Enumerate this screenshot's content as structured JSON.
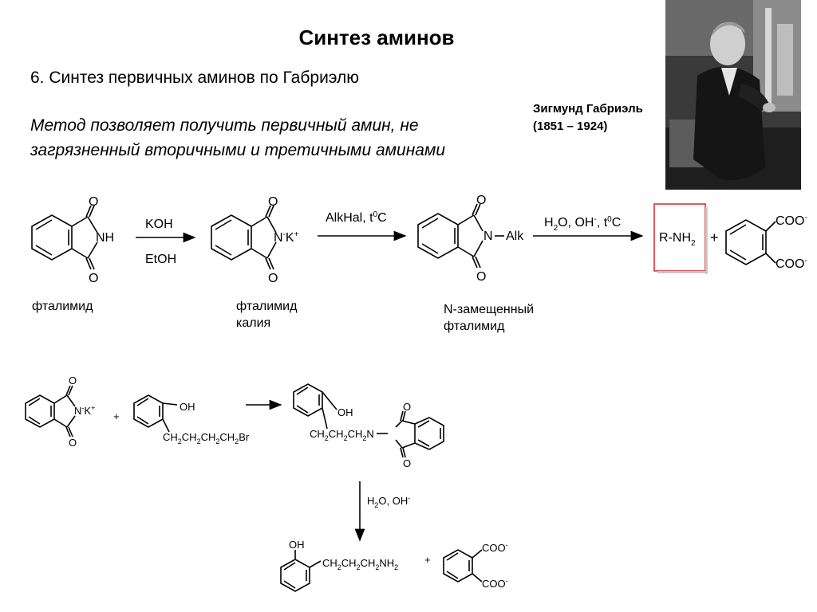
{
  "slide": {
    "title": "Синтез аминов",
    "subtitle": "6. Синтез первичных аминов по Габриэлю",
    "description_line1": "Метод позволяет получить первичный амин, не",
    "description_line2": "загрязненный вторичными и третичными аминами",
    "person_name": "Зигмунд Габриэль",
    "person_years": "(1851 – 1924)",
    "photo_icon": "portrait-photo-icon"
  },
  "scheme1": {
    "phthalimide_label": "фталимид",
    "potassium_label_1": "фталимид",
    "potassium_label_2": "калия",
    "nsub_label_1": "N-замещенный",
    "nsub_label_2": "фталимид",
    "reagent1_top": "KOH",
    "reagent1_bottom": "EtOH",
    "reagent2_top": "AlkHal, t",
    "reagent2_sup": "0",
    "reagent2_tail": "C",
    "reagent3": "H",
    "reagent3_sub": "2",
    "reagent3_mid": "O, OH",
    "reagent3_sup": "-",
    "reagent3_tail": ", t",
    "reagent3_sup2": "0",
    "reagent3_tail2": "C",
    "product": "R-NH",
    "product_sub": "2",
    "plus": "+",
    "coo": "COO",
    "coo_sup": "-",
    "o": "O",
    "nh": "NH",
    "nk": "N",
    "nk_sup": "-",
    "k": "K",
    "k_sup": "+",
    "n": "N",
    "alk": "Alk",
    "highlight_color": "#d9262c"
  },
  "scheme2": {
    "o": "O",
    "nk": "N",
    "nk_sup": "-",
    "k": "K",
    "k_sup": "+",
    "plus": "+",
    "oh": "OH",
    "chain_br": "CH",
    "chain_br_parts": [
      "2",
      "CH",
      "2",
      "CH",
      "2",
      "CH",
      "2",
      "Br"
    ],
    "chain_n_parts": [
      "CH",
      "2",
      "CH",
      "2",
      "CH",
      "2",
      "N"
    ],
    "reagent": "H",
    "reagent_sub": "2",
    "reagent_mid": "O, OH",
    "reagent_sup": "-",
    "chain_nh2_parts": [
      "CH",
      "2",
      "CH",
      "2",
      "CH",
      "2",
      "NH",
      "2"
    ],
    "coo": "COO",
    "coo_sup": "-"
  }
}
